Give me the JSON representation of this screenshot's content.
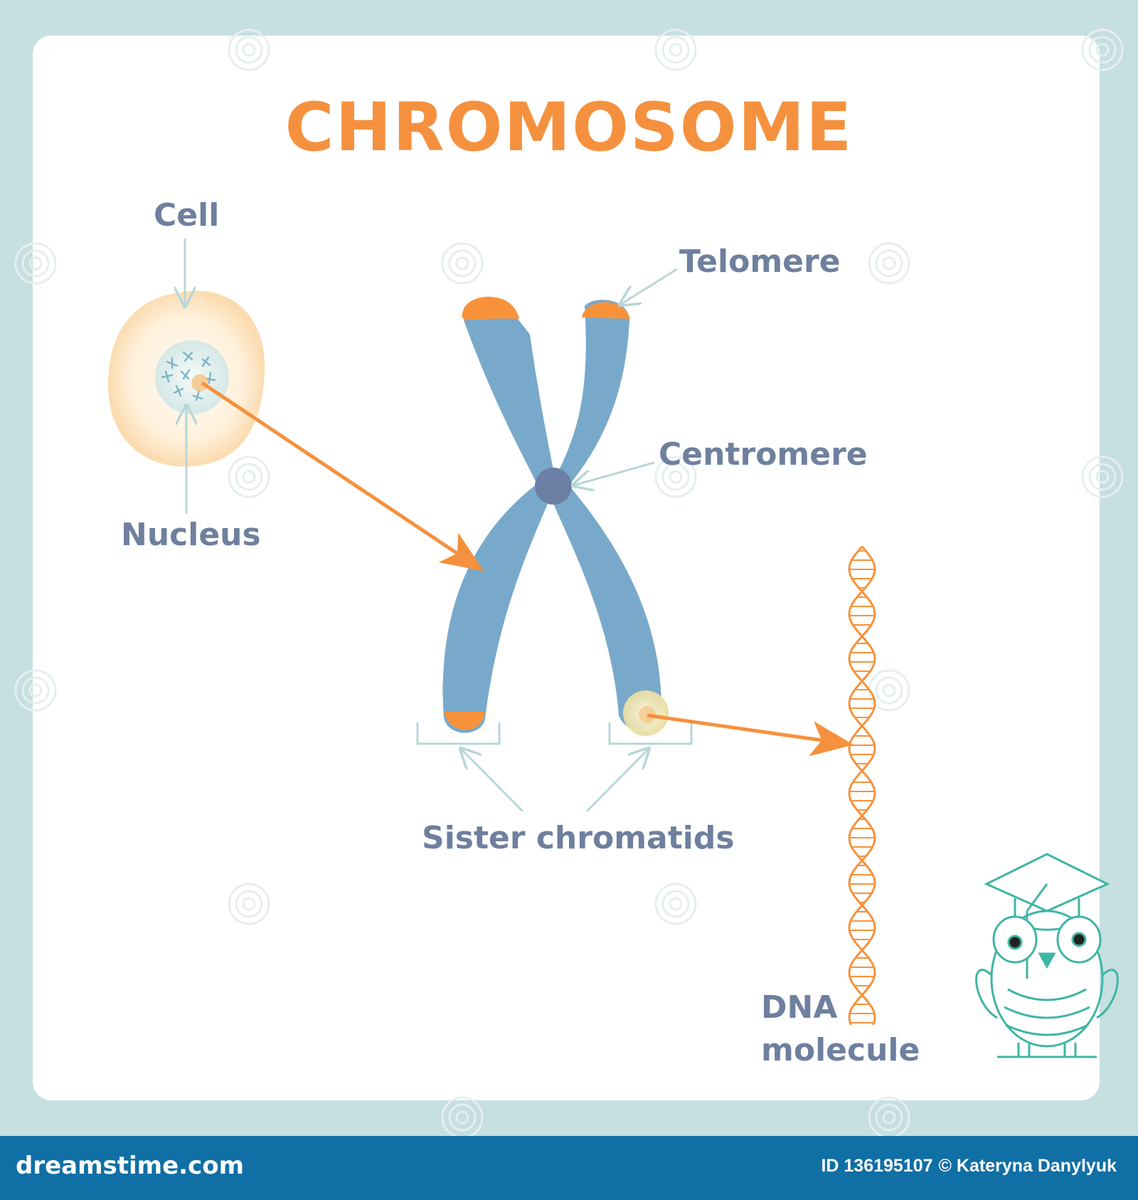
{
  "title": "CHROMOSOME",
  "labels": {
    "cell": "Cell",
    "nucleus": "Nucleus",
    "telomere": "Telomere",
    "centromere": "Centromere",
    "sister_chromatids": "Sister chromatids",
    "dna_line1": "DNA",
    "dna_line2": "molecule"
  },
  "footer": {
    "brand": "dreamstime.com",
    "id_text": "ID 136195107",
    "author": "© Kateryna Danylyuk"
  },
  "colors": {
    "title": "#f5913e",
    "label": "#6e809e",
    "chromosome": "#78a9cb",
    "telomere": "#f7923b",
    "centromere": "#6b7fa4",
    "arrow": "#f5913e",
    "pointer": "#b9d6d8",
    "footer": "#106fa5",
    "frame": "#c6dfe0"
  },
  "icons": {
    "mascot": "owl-graduate-icon",
    "brand_mark": "spiral-watermark-icon"
  }
}
